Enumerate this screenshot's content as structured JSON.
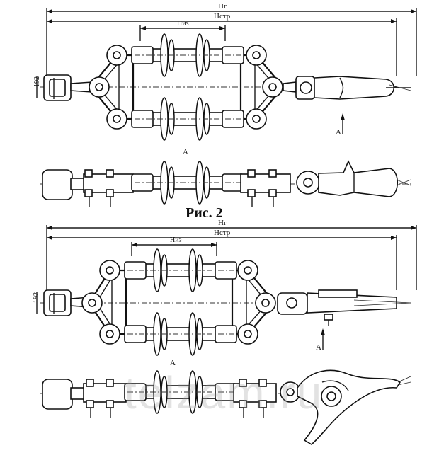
{
  "top_assembly": {
    "dim_total_label": "Нг",
    "dim_construction_label": "Нстр",
    "dim_insulation_label": "Низ",
    "dim_side_label": "192",
    "view_arrow_label": "A",
    "view_label": "A"
  },
  "figure_title": "Рис. 2",
  "bottom_assembly": {
    "dim_total_label": "Нг",
    "dim_construction_label": "Нстр",
    "dim_insulation_label": "Низ",
    "dim_side_label": "192",
    "view_arrow_label": "A",
    "view_label": "A"
  },
  "watermark_text": "telzam.ru"
}
